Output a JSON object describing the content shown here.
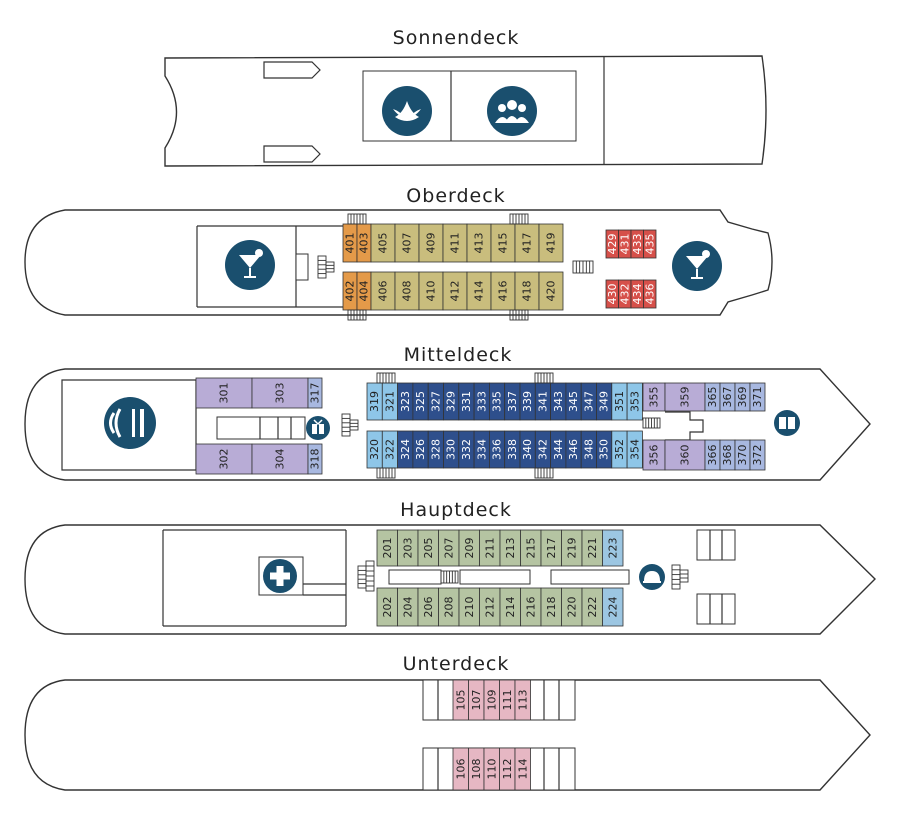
{
  "colors": {
    "oberdeck_std": "#c9bd7d",
    "oberdeck_orange": "#e49a49",
    "oberdeck_red": "#d6504a",
    "mittel_purple": "#b8acd6",
    "mittel_light_blue": "#8ec6e8",
    "mittel_dark_blue": "#2e4f8c",
    "mittel_periwinkle": "#a8b8e0",
    "haupt_green": "#b5c4a2",
    "haupt_blue": "#9cc6e2",
    "unter_pink": "#e6b7c3",
    "icon": "#1a4f6e"
  },
  "decks": [
    {
      "id": "sonnendeck",
      "title": "Sonnendeck",
      "icons": [
        "spa-lotus-icon",
        "people-group-icon"
      ],
      "cabins": []
    },
    {
      "id": "oberdeck",
      "title": "Oberdeck",
      "icons": [
        "cocktail-bar-icon",
        "cocktail-bar-icon"
      ],
      "cabins": [
        "401",
        "403",
        "405",
        "407",
        "409",
        "411",
        "413",
        "415",
        "417",
        "419",
        "402",
        "404",
        "406",
        "408",
        "410",
        "412",
        "414",
        "416",
        "418",
        "420",
        "429",
        "431",
        "433",
        "435",
        "430",
        "432",
        "434",
        "436"
      ]
    },
    {
      "id": "mitteldeck",
      "title": "Mitteldeck",
      "icons": [
        "restaurant-icon",
        "gift-shop-icon",
        "library-book-icon"
      ],
      "cabins": [
        "301",
        "303",
        "317",
        "319",
        "321",
        "323",
        "325",
        "327",
        "329",
        "331",
        "333",
        "335",
        "337",
        "339",
        "341",
        "343",
        "345",
        "347",
        "349",
        "351",
        "353",
        "355",
        "359",
        "365",
        "367",
        "369",
        "371",
        "302",
        "304",
        "318",
        "320",
        "322",
        "324",
        "326",
        "328",
        "330",
        "332",
        "334",
        "336",
        "338",
        "340",
        "342",
        "344",
        "346",
        "348",
        "350",
        "352",
        "354",
        "356",
        "360",
        "366",
        "368",
        "370",
        "372"
      ]
    },
    {
      "id": "hauptdeck",
      "title": "Hauptdeck",
      "icons": [
        "medical-cross-icon",
        "reception-bell-icon"
      ],
      "cabins": [
        "201",
        "203",
        "205",
        "207",
        "209",
        "211",
        "213",
        "215",
        "217",
        "219",
        "221",
        "223",
        "202",
        "204",
        "206",
        "208",
        "210",
        "212",
        "214",
        "216",
        "218",
        "220",
        "222",
        "224"
      ]
    },
    {
      "id": "unterdeck",
      "title": "Unterdeck",
      "icons": [],
      "cabins": [
        "105",
        "107",
        "109",
        "111",
        "113",
        "106",
        "108",
        "110",
        "112",
        "114"
      ]
    }
  ]
}
